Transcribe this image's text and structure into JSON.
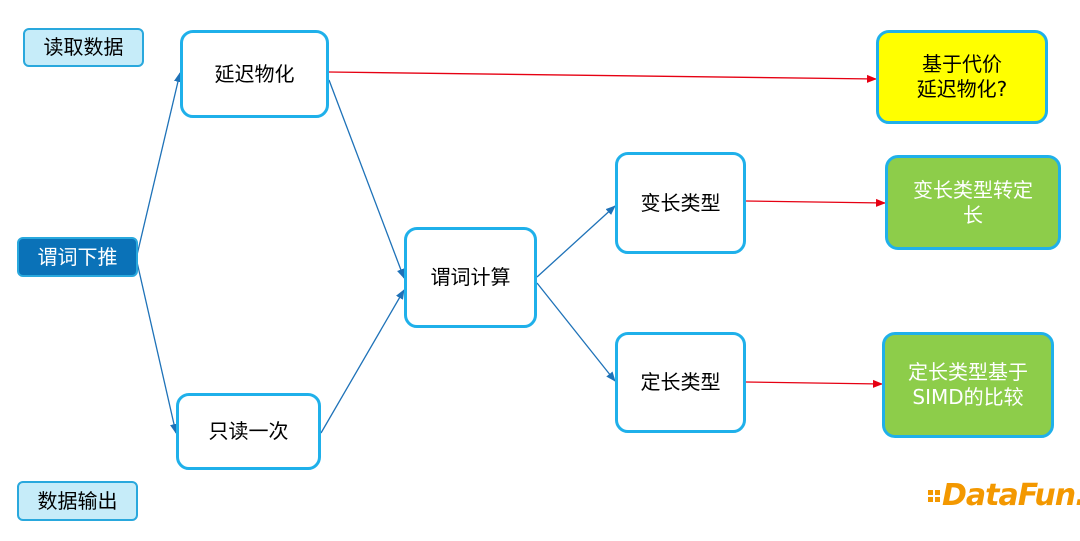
{
  "labels": {
    "read_data": "读取数据",
    "predicate_pushdown": "谓词下推",
    "output_data": "数据输出",
    "late_materialization": "延迟物化",
    "read_once": "只读一次",
    "predicate_compute": "谓词计算",
    "var_len_type": "变长类型",
    "fixed_len_type": "定长类型",
    "cost_based_line1": "基于代价",
    "cost_based_line2": "延迟物化?",
    "var_to_fixed_line1": "变长类型转定",
    "var_to_fixed_line2": "长",
    "simd_line1": "定长类型基于",
    "simd_line2": "SIMD的比较"
  },
  "logo": {
    "text": "DataFun."
  },
  "colors": {
    "blue_arrow": "#1e72b8",
    "red_arrow": "#e60012",
    "box_border": "#1fb0ea",
    "yellow": "#ffff00",
    "green": "#8dcd4a",
    "logo": "#f39800"
  }
}
